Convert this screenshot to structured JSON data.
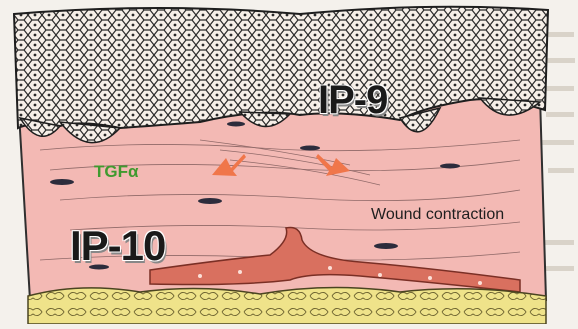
{
  "labels": {
    "ip9": "IP-9",
    "ip10": "IP-10",
    "tgf": "TGFα",
    "wound_contraction": "Wound contraction"
  },
  "colors": {
    "dermis": "#f3b9b4",
    "epidermis_cells": "#f6efe8",
    "vessel": "#d9705f",
    "fat": "#efe38a",
    "arrow": "#f0764a",
    "tgf_text": "#3f9a2f"
  }
}
